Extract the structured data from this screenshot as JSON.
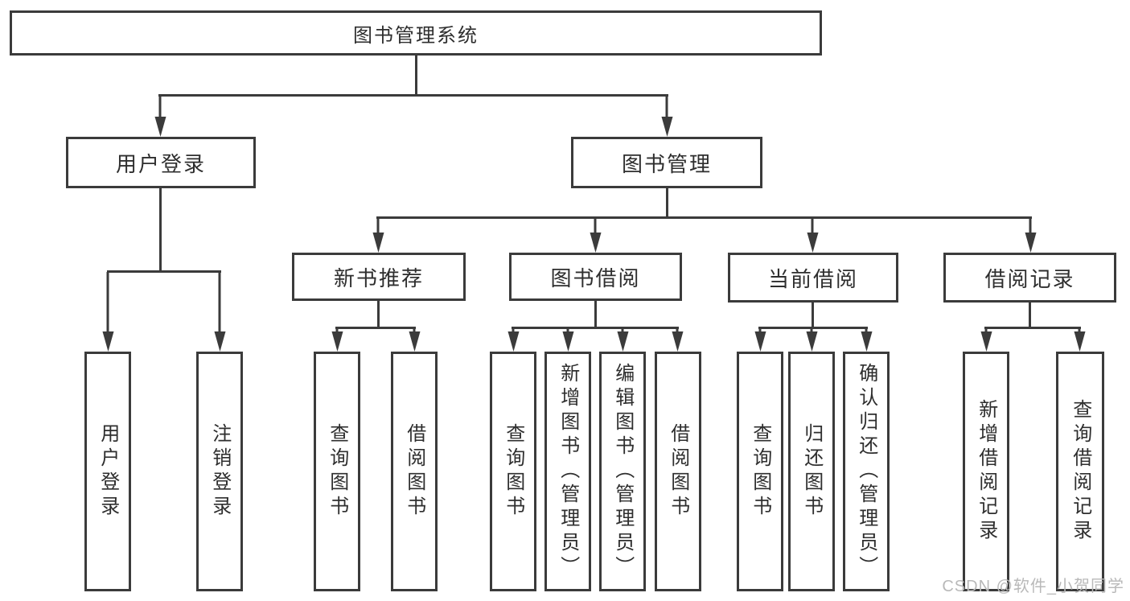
{
  "tree": {
    "root": {
      "label": "图书管理系统",
      "children": [
        {
          "label": "用户登录",
          "children": [
            {
              "label": "用户登录"
            },
            {
              "label": "注销登录"
            }
          ]
        },
        {
          "label": "图书管理",
          "children": [
            {
              "label": "新书推荐",
              "children": [
                {
                  "label": "查询图书"
                },
                {
                  "label": "借阅图书"
                }
              ]
            },
            {
              "label": "图书借阅",
              "children": [
                {
                  "label": "查询图书"
                },
                {
                  "label": "新增图书（管理员）"
                },
                {
                  "label": "编辑图书（管理员）"
                },
                {
                  "label": "借阅图书"
                }
              ]
            },
            {
              "label": "当前借阅",
              "children": [
                {
                  "label": "查询图书"
                },
                {
                  "label": "归还图书"
                },
                {
                  "label": "确认归还（管理员）"
                }
              ]
            },
            {
              "label": "借阅记录",
              "children": [
                {
                  "label": "新增借阅记录"
                },
                {
                  "label": "查询借阅记录"
                }
              ]
            }
          ]
        }
      ]
    }
  },
  "watermark": {
    "text": "CSDN @软件_小贺同学"
  },
  "colors": {
    "line": "#3b3b3b",
    "text": "#2e2e2e",
    "watermark": "#b9b9b9",
    "background": "#ffffff"
  }
}
